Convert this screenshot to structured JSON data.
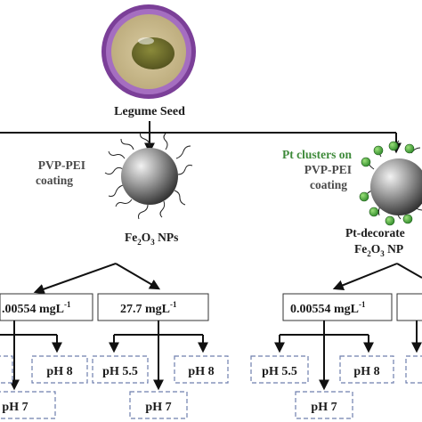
{
  "seed": {
    "label": "Legume Seed"
  },
  "left_branch": {
    "coating_line1": "PVP-PEI",
    "coating_line2": "coating",
    "np_label_prefix": "Fe",
    "np_sub1": "2",
    "np_mid": "O",
    "np_sub2": "3",
    "np_suffix": " NPs",
    "conc_boxes": [
      {
        "value": ".00554 mgL",
        "sup": "-1"
      },
      {
        "value": "27.7 mgL",
        "sup": "-1"
      }
    ],
    "ph_boxes_a": [
      "pH 8",
      "pH 7"
    ],
    "ph_boxes_b": [
      "pH 5.5",
      "pH 8",
      "pH 7"
    ]
  },
  "right_branch": {
    "pt_label_line1": "Pt clusters on",
    "coating_line1": "PVP-PEI",
    "coating_line2": "coating",
    "np_label_line1": "Pt-decorate",
    "np_label_prefix": "Fe",
    "np_sub1": "2",
    "np_mid": "O",
    "np_sub2": "3",
    "np_suffix": " NP",
    "conc_boxes": [
      {
        "value": "0.00554 mgL",
        "sup": "-1"
      }
    ],
    "ph_boxes": [
      "pH 5.5",
      "pH 8",
      "pH 7"
    ]
  },
  "colors": {
    "seed_ring": "#7b3f98",
    "seed_core": "#c9b98a",
    "seed_center": "#6b6a2a",
    "label_green": "#3e8a3a",
    "dashed_border": "#6f7fae"
  }
}
